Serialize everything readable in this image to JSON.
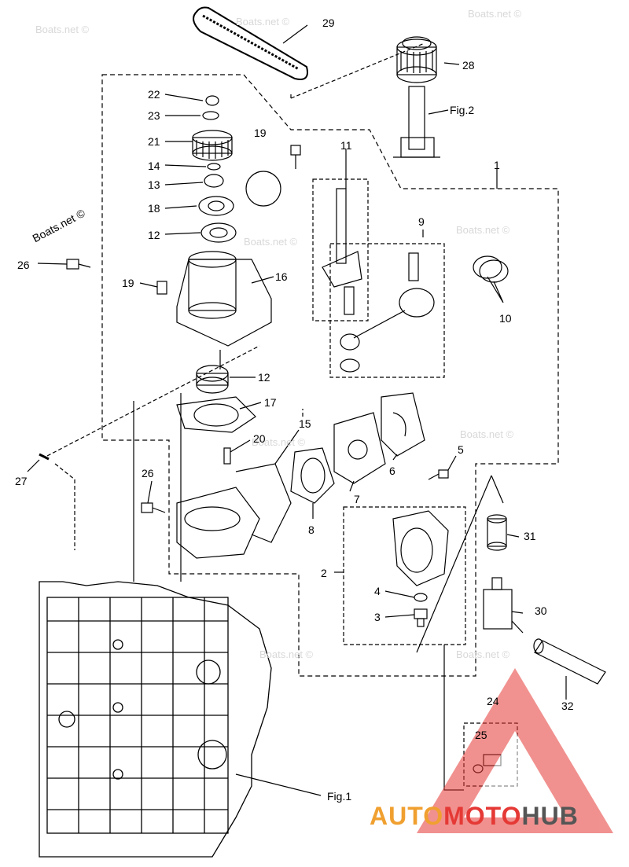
{
  "labels": {
    "n1": "1",
    "n2": "2",
    "n3": "3",
    "n4": "4",
    "n5": "5",
    "n6": "6",
    "n7": "7",
    "n8": "8",
    "n9": "9",
    "n10": "10",
    "n11": "11",
    "n12a": "12",
    "n12b": "12",
    "n13": "13",
    "n14": "14",
    "n15": "15",
    "n16": "16",
    "n17": "17",
    "n18": "18",
    "n19a": "19",
    "n19b": "19",
    "n20": "20",
    "n21": "21",
    "n22": "22",
    "n23": "23",
    "n24": "24",
    "n25": "25",
    "n26a": "26",
    "n26b": "26",
    "n27": "27",
    "n28": "28",
    "n29": "29",
    "n30": "30",
    "n31": "31",
    "n32": "32",
    "fig1": "Fig.1",
    "fig2": "Fig.2"
  },
  "watermark": "Boats.net ©",
  "logo": {
    "part1": "AUTO",
    "part2": "MOTO",
    "part3": "HUB"
  },
  "colors": {
    "logo_orange": "#f0a030",
    "logo_red": "#e53935",
    "logo_gray": "#555555",
    "triangle": "#e53935"
  }
}
